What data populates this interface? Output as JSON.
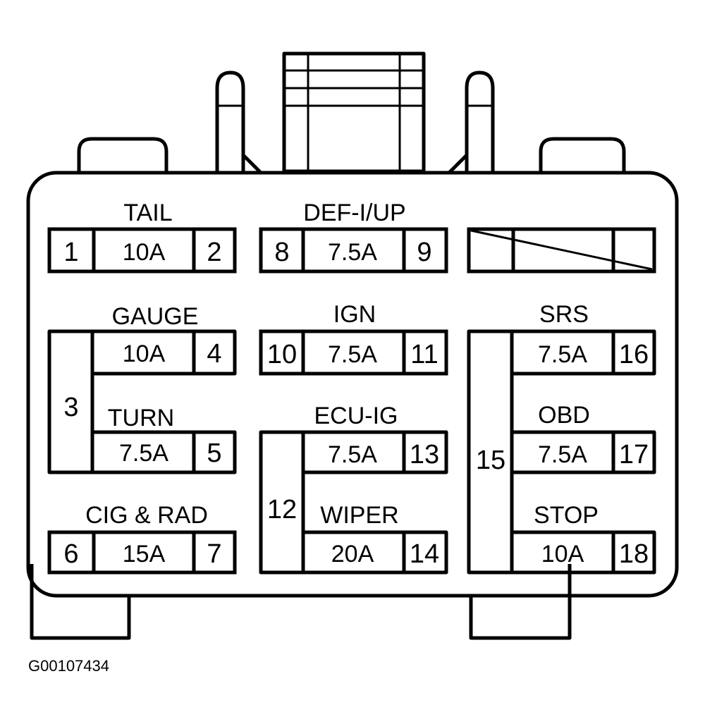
{
  "fuses": {
    "tail": {
      "label": "TAIL",
      "left": "1",
      "rating": "10A",
      "right": "2"
    },
    "def": {
      "label": "DEF-I/UP",
      "left": "8",
      "rating": "7.5A",
      "right": "9"
    },
    "gauge": {
      "label": "GAUGE",
      "rating": "10A",
      "right": "4"
    },
    "turn": {
      "label": "TURN",
      "rating": "7.5A",
      "right": "5"
    },
    "gauge_turn_common": "3",
    "ign": {
      "label": "IGN",
      "left": "10",
      "rating": "7.5A",
      "right": "11"
    },
    "ecu": {
      "label": "ECU-IG",
      "rating": "7.5A",
      "right": "13"
    },
    "wiper": {
      "label": "WIPER",
      "rating": "20A",
      "right": "14"
    },
    "ecu_wiper_common": "12",
    "srs": {
      "label": "SRS",
      "rating": "7.5A",
      "right": "16"
    },
    "obd": {
      "label": "OBD",
      "rating": "7.5A",
      "right": "17"
    },
    "stop": {
      "label": "STOP",
      "rating": "10A",
      "right": "18"
    },
    "srs_stop_common": "15",
    "cig": {
      "label": "CIG & RAD",
      "left": "6",
      "rating": "15A",
      "right": "7"
    }
  },
  "figure_code": "G00107434"
}
